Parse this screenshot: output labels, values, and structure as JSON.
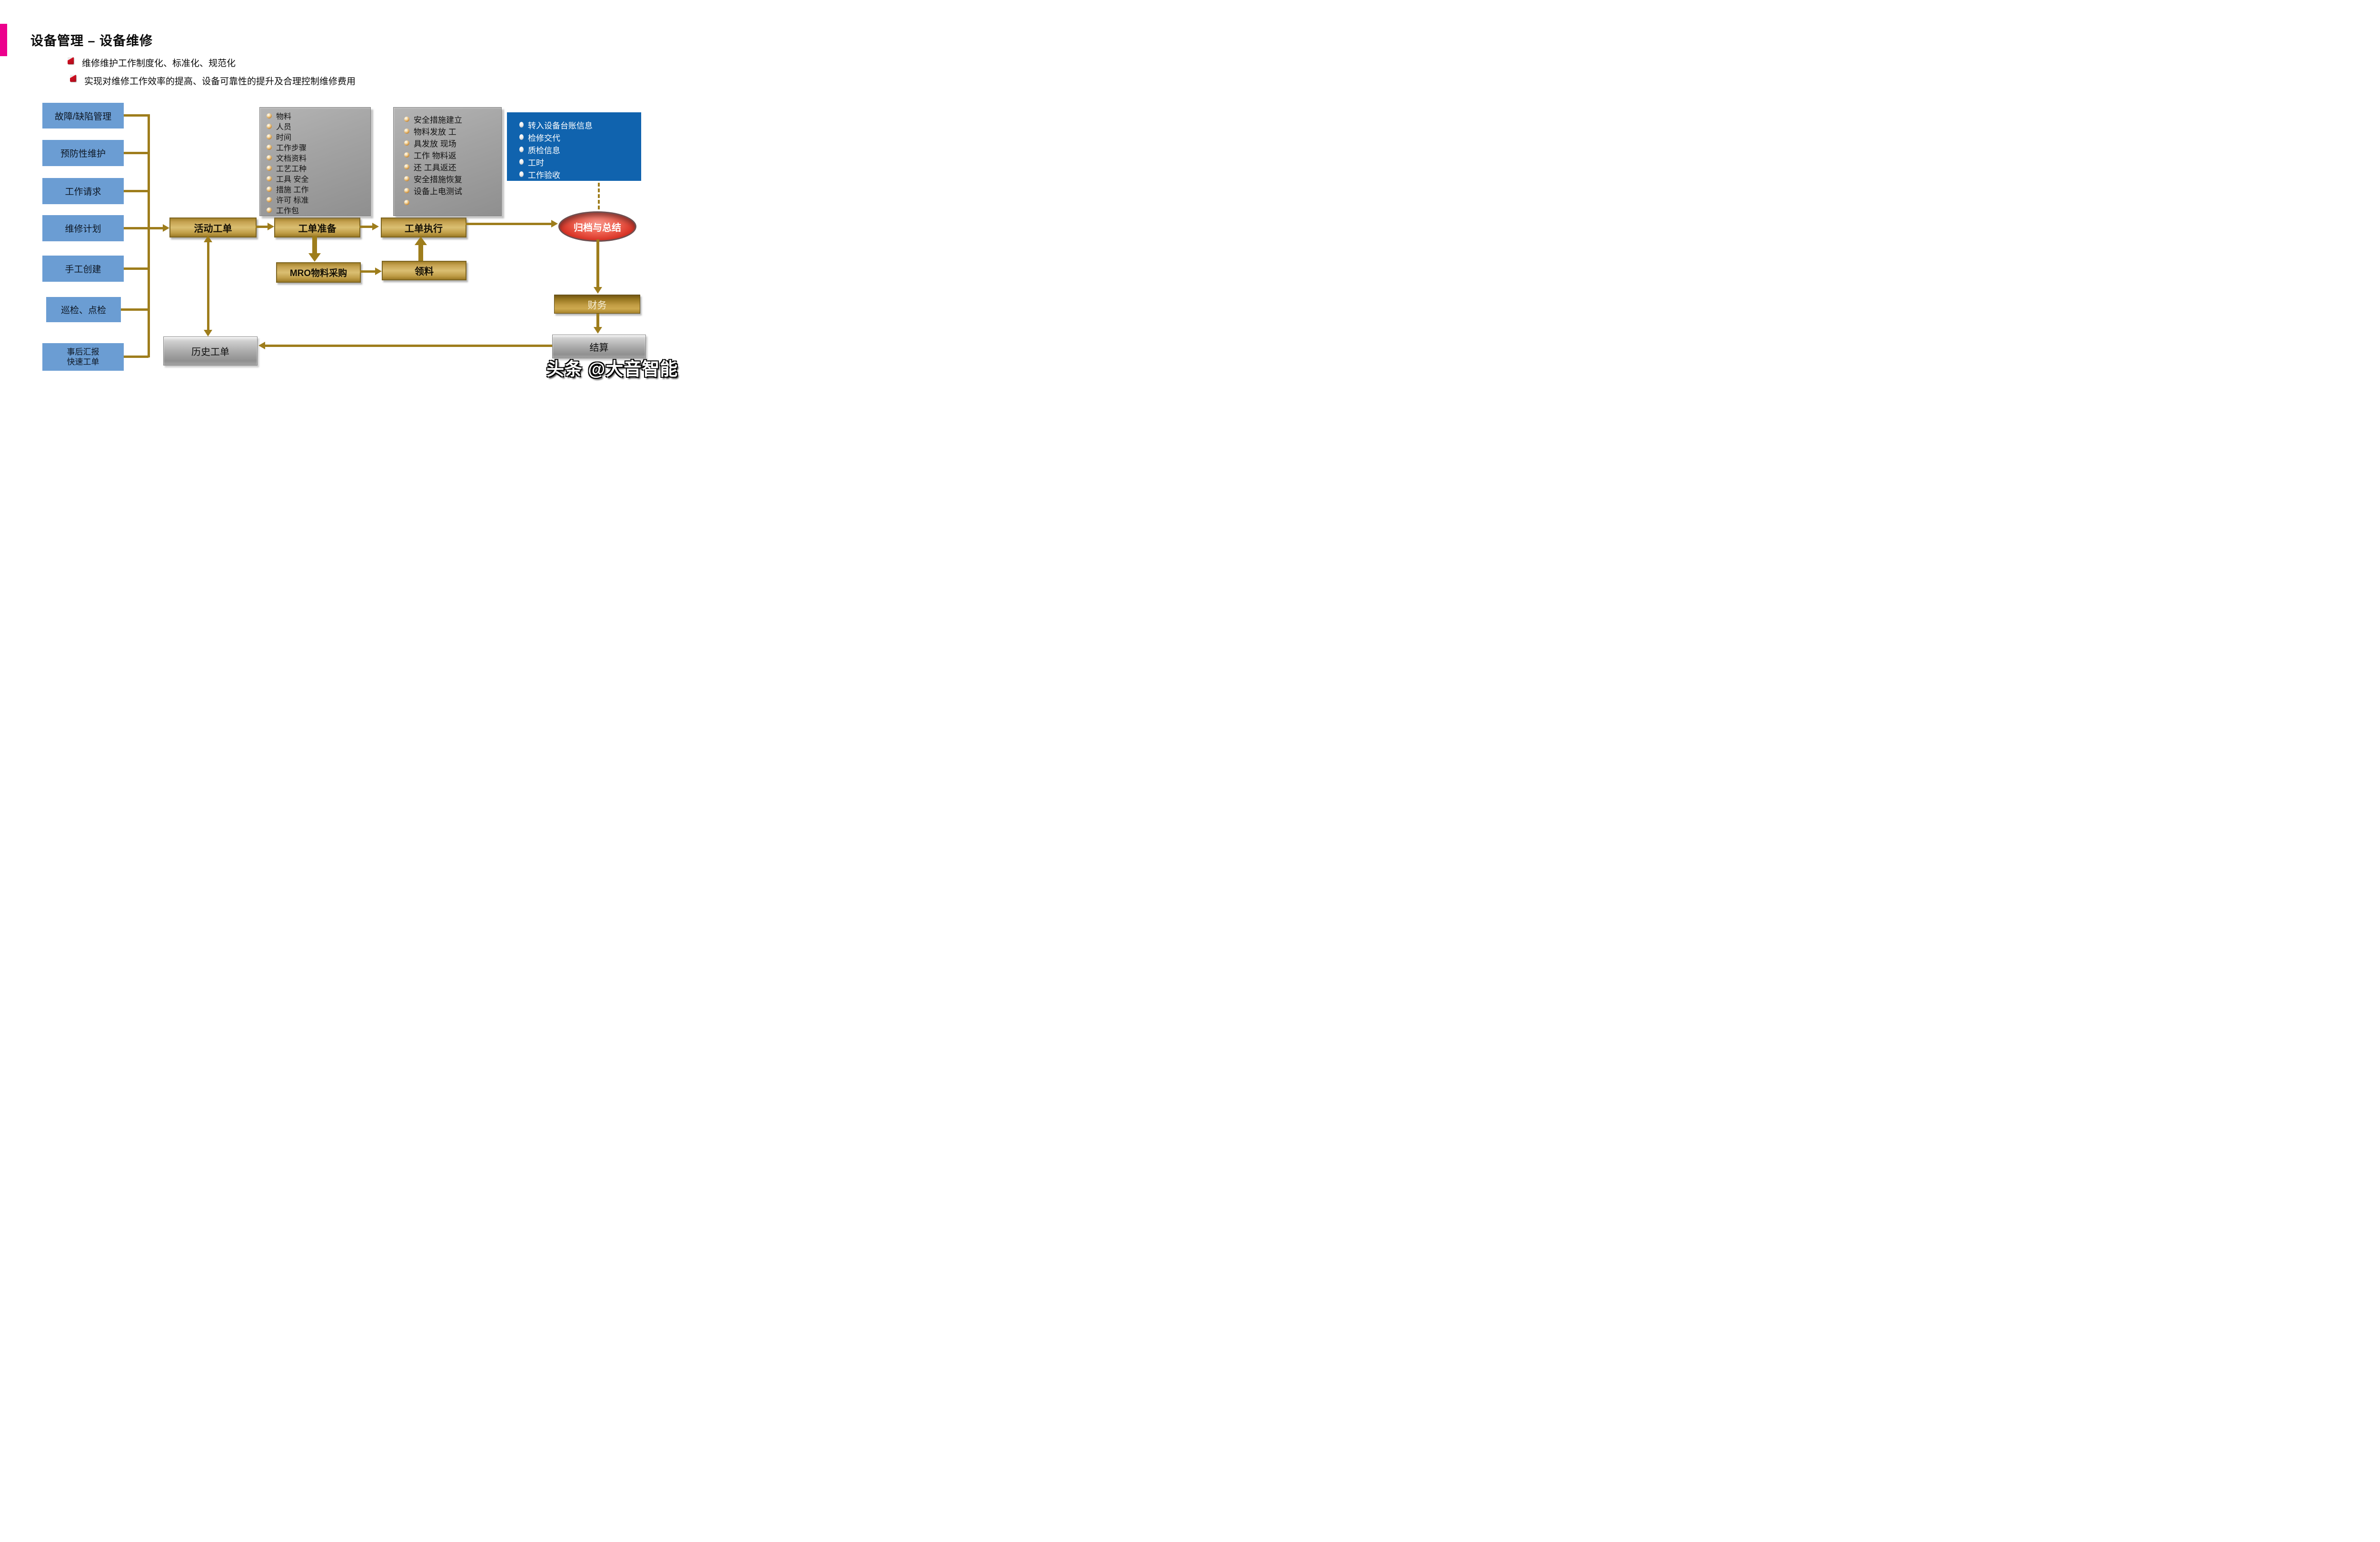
{
  "colors": {
    "accent_pink": "#EC008C",
    "connector_gold": "#9E7D1C",
    "source_blue": "#6B9DD3",
    "panel_blue": "#1063AE",
    "flow_gold": "#C9A755",
    "archive_red": "#D2342B"
  },
  "header": {
    "title": "设备管理 – 设备维修",
    "bullets": [
      "维修维护工作制度化、标准化、规范化",
      "实现对维修工作效率的提高、设备可靠性的提升及合理控制维修费用"
    ]
  },
  "sources": [
    {
      "label": "故障/缺陷管理"
    },
    {
      "label": "预防性维护"
    },
    {
      "label": "工作请求"
    },
    {
      "label": "维修计划"
    },
    {
      "label": "手工创建"
    },
    {
      "label": "巡检、点检"
    },
    {
      "line1": "事后汇报",
      "line2": "快速工单"
    }
  ],
  "flow": {
    "activity_order": "活动工单",
    "order_prep": "工单准备",
    "order_exec": "工单执行",
    "mro": "MRO物料采购",
    "picking": "领料",
    "archive": "归档与总结",
    "finance": "财务",
    "settlement": "结算",
    "history": "历史工单"
  },
  "prep_list": {
    "items": [
      "物料",
      "人员",
      "时间",
      "工作步骤",
      "文档资料",
      "工艺工种",
      "工具 安全",
      "措施 工作",
      "许可 标准",
      "工作包"
    ]
  },
  "exec_list": {
    "items": [
      "安全措施建立",
      "物料发放 工",
      "具发放 现场",
      "工作 物料返",
      "还 工具返还",
      "安全措施恢复",
      "设备上电测试",
      ""
    ]
  },
  "handover_panel": {
    "items": [
      "转入设备台账信息",
      "检修交代",
      "质检信息",
      "工时",
      "工作验收"
    ]
  },
  "watermark": "头条 @大音智能"
}
